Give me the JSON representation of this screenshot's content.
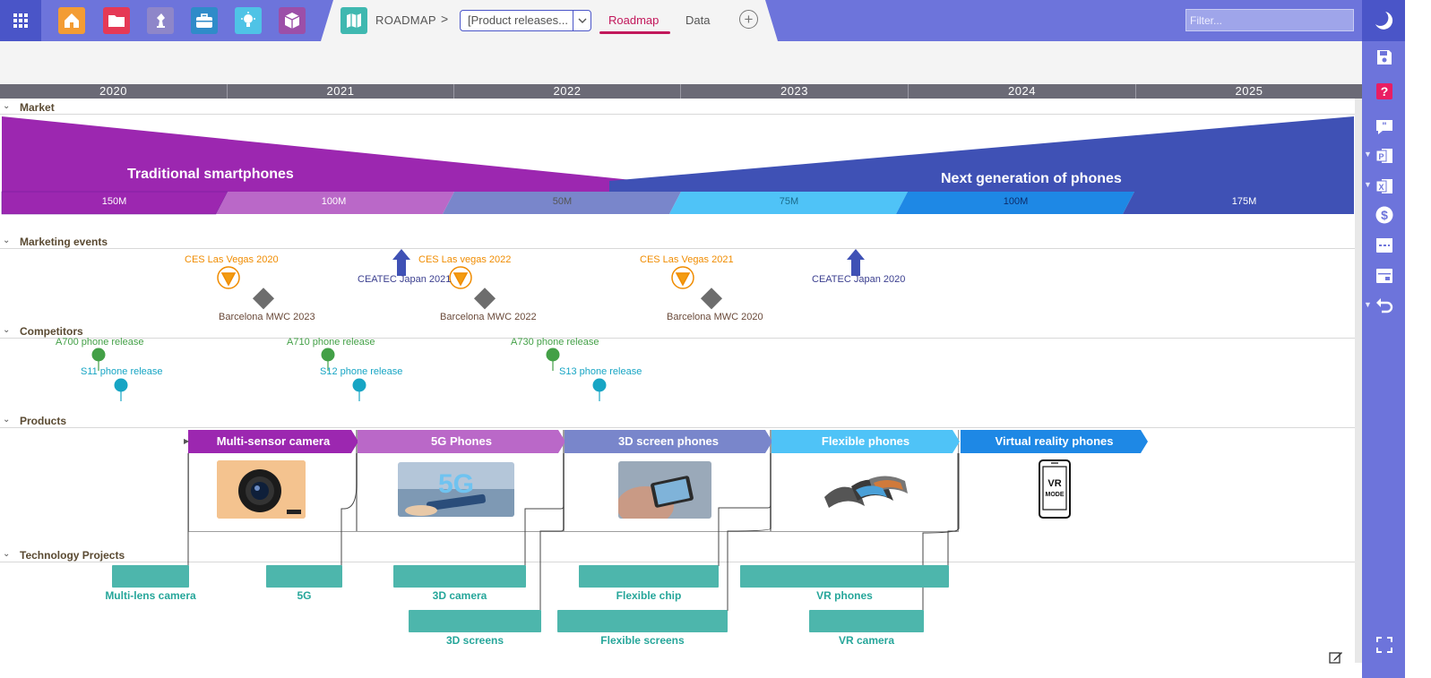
{
  "topbar": {
    "apps": [
      {
        "name": "home-app-icon",
        "color": "#f39c34"
      },
      {
        "name": "folder-app-icon",
        "color": "#e53955"
      },
      {
        "name": "chess-app-icon",
        "color": "#8e86c9"
      },
      {
        "name": "briefcase-app-icon",
        "color": "#2f8bc9"
      },
      {
        "name": "lightbulb-app-icon",
        "color": "#4fc3e6"
      },
      {
        "name": "box-app-icon",
        "color": "#9c4fa8"
      }
    ],
    "breadcrumb": "ROADMAP",
    "breadcrumb_sep": ">",
    "view_select": "[Product releases...",
    "tabs": {
      "roadmap": "Roadmap",
      "data": "Data"
    },
    "add_tab": "+",
    "filter_placeholder": "Filter..."
  },
  "timeline": {
    "years": [
      "2020",
      "2021",
      "2022",
      "2023",
      "2024",
      "2025"
    ]
  },
  "lanes": {
    "market": "Market",
    "marketing_events": "Marketing events",
    "competitors": "Competitors",
    "products": "Products",
    "technology": "Technology Projects"
  },
  "market": {
    "left_title": "Traditional smartphones",
    "right_title": "Next generation of phones",
    "bands": [
      "150M",
      "100M",
      "50M",
      "75M",
      "100M",
      "175M"
    ]
  },
  "marketing_events": {
    "ces": [
      "CES Las Vegas 2020",
      "CES Las vegas 2022",
      "CES Las Vegas 2021"
    ],
    "ceatec": [
      "CEATEC Japan 2021",
      "CEATEC Japan 2020"
    ],
    "mwc": [
      "Barcelona MWC 2023",
      "Barcelona MWC 2022",
      "Barcelona MWC 2020"
    ]
  },
  "competitors": {
    "a_series": [
      "A700 phone release",
      "A710 phone release",
      "A730 phone release"
    ],
    "s_series": [
      "S11 phone release",
      "S12 phone release",
      "S13 phone release"
    ]
  },
  "products": [
    "Multi-sensor camera",
    "5G Phones",
    "3D screen phones",
    "Flexible phones",
    "Virtual reality phones"
  ],
  "vr_icon_text": "VR MODE",
  "fiveg_text": "5G",
  "technology": {
    "row1": [
      "Multi-lens camera",
      "5G",
      "3D camera",
      "Flexible chip",
      "VR phones"
    ],
    "row2": [
      "3D screens",
      "Flexible screens",
      "VR camera"
    ]
  }
}
